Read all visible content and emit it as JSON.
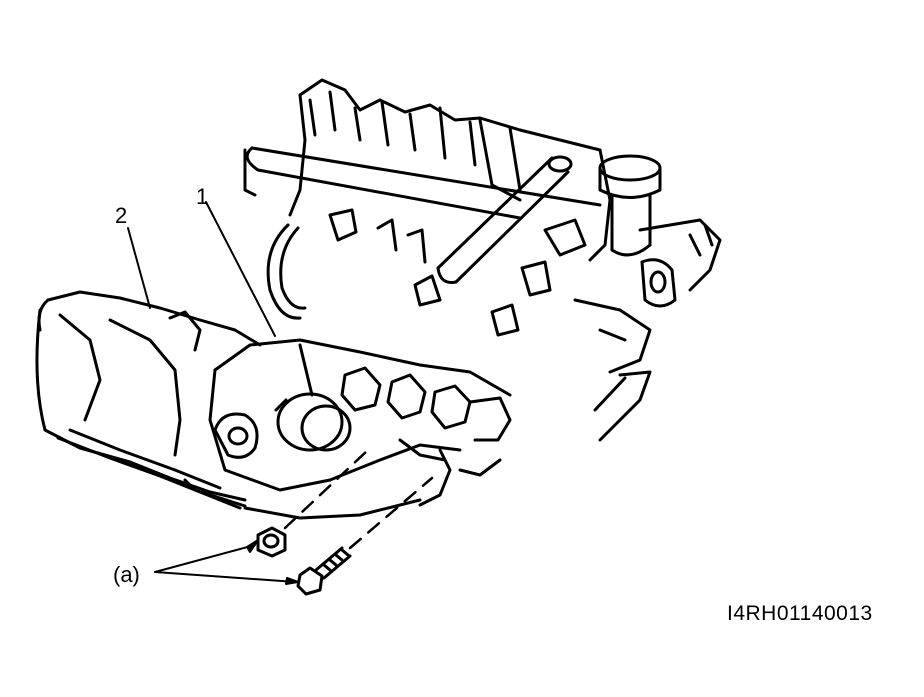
{
  "callouts": {
    "label_1": "1",
    "label_2": "2",
    "label_a": "(a)"
  },
  "figure_code": "I4RH01140013",
  "colors": {
    "line": "#000000",
    "background": "#ffffff"
  }
}
